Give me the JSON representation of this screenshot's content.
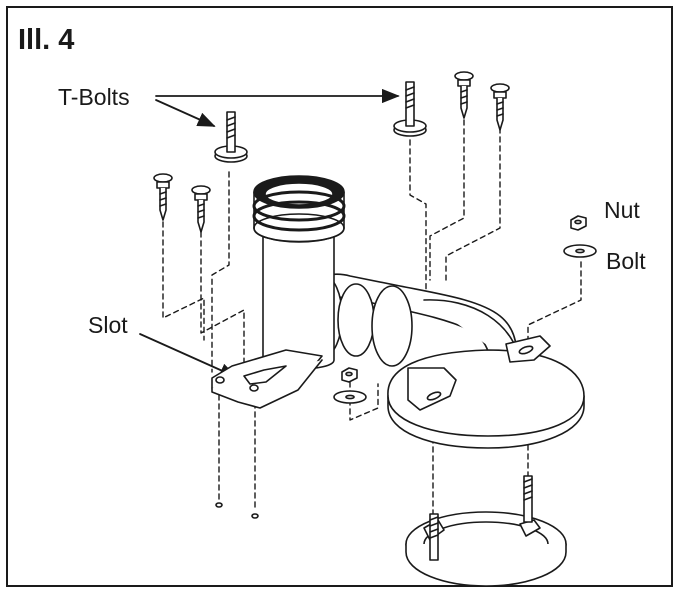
{
  "illustration": {
    "title": "Ill. 4",
    "labels": {
      "t_bolts": "T-Bolts",
      "slot": "Slot",
      "nut": "Nut",
      "bolt": "Bolt"
    }
  },
  "colors": {
    "line": "#1a1a1a",
    "fill": "#ffffff"
  }
}
